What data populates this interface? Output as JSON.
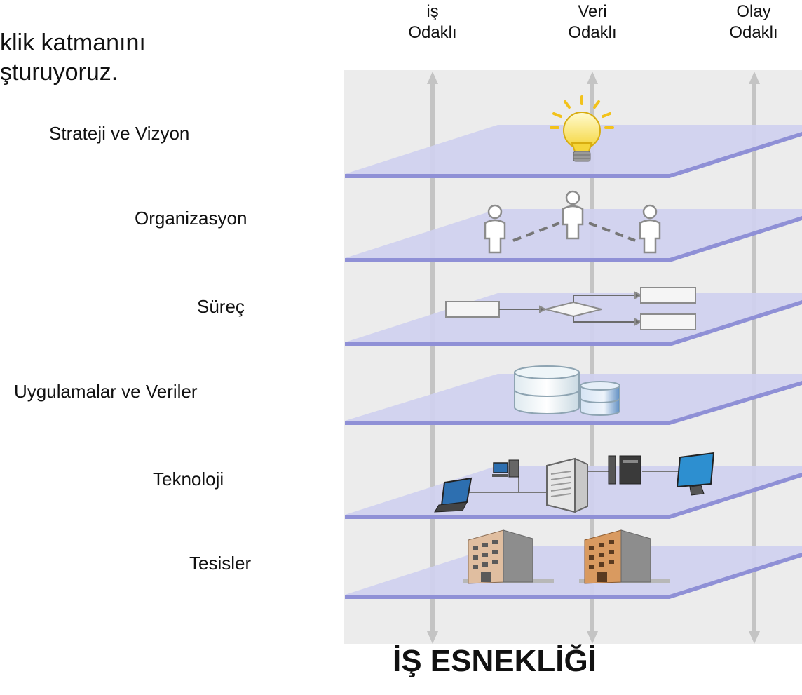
{
  "intro_text": [
    "klik katmanını",
    "şturuyoruz."
  ],
  "columns": [
    {
      "line1": "iş",
      "line2": "Odaklı"
    },
    {
      "line1": "Veri",
      "line2": "Odaklı"
    },
    {
      "line1": "Olay",
      "line2": "Odaklı"
    }
  ],
  "layers": [
    {
      "label": "Strateji ve Vizyon",
      "icon": "lightbulb-icon"
    },
    {
      "label": "Organizasyon",
      "icon": "people-icon"
    },
    {
      "label": "Süreç",
      "icon": "flowchart-icon"
    },
    {
      "label": "Uygulamalar ve Veriler",
      "icon": "database-icon"
    },
    {
      "label": "Teknoloji",
      "icon": "network-icon"
    },
    {
      "label": "Tesisler",
      "icon": "building-icon"
    }
  ],
  "footer_title": "İŞ ESNEKLİĞİ",
  "colors": {
    "plane_fill": "#cfd0ef",
    "plane_edge": "#8f90d6",
    "backdrop": "#ececec",
    "axis": "#c4c4c4"
  }
}
